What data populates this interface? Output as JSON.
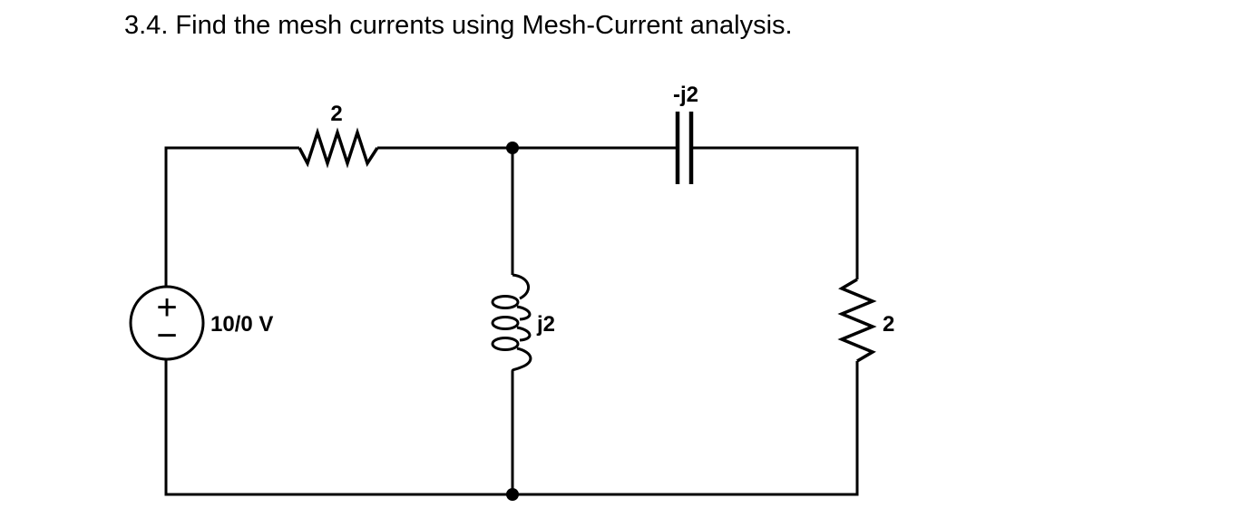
{
  "page": {
    "title": "3.4. Find the mesh currents using Mesh-Current analysis.",
    "background_color": "#ffffff",
    "ink_color": "#000000"
  },
  "circuit": {
    "voltage_source": {
      "label": "10/0 V",
      "plus": "+",
      "minus": "−"
    },
    "top_resistor": {
      "label": "2"
    },
    "capacitor": {
      "label": "-j2"
    },
    "inductor": {
      "label": "j2"
    },
    "right_resistor": {
      "label": "2"
    }
  }
}
